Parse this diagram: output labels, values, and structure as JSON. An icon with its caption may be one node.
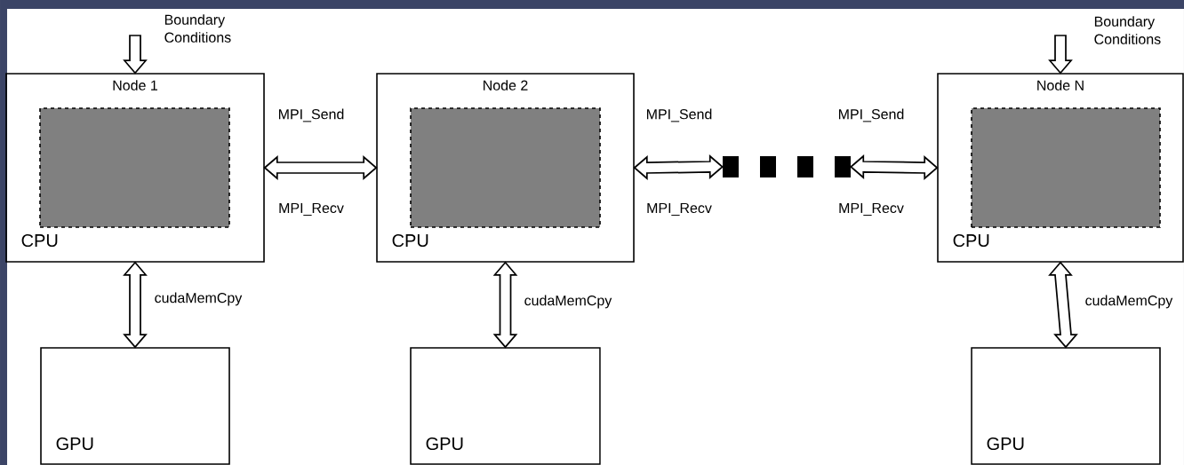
{
  "diagram": {
    "nodes": [
      {
        "text": [
          "Node 1",
          "CPU"
        ]
      },
      {
        "text": [],
        "shape": "box",
        "in": 0
      },
      {
        "text": [
          "Node 2",
          "CPU"
        ]
      },
      {
        "text": [],
        "shape": "box",
        "in": 2
      },
      {
        "text": [
          "Node N",
          "CPU"
        ]
      },
      {
        "text": [],
        "shape": "box",
        "in": 4
      },
      {
        "text": [
          "GPU"
        ]
      },
      {
        "text": [
          "GPU"
        ]
      },
      {
        "text": [
          "GPU"
        ]
      },
      {
        "text": [],
        "shape": "box"
      },
      {
        "text": [],
        "shape": "box"
      },
      {
        "text": [],
        "shape": "box"
      },
      {
        "text": [],
        "shape": "box"
      }
    ],
    "edges": [
      {
        "from": null,
        "to": 0,
        "arrow": "to",
        "label": "Boundary Conditions"
      },
      {
        "from": null,
        "to": 4,
        "arrow": "to",
        "label": "Boundary Conditions"
      },
      {
        "from": 0,
        "to": 2,
        "arrow": "both"
      },
      {
        "from": 2,
        "to": 9,
        "arrow": "both"
      },
      {
        "from": 12,
        "to": 4,
        "arrow": "both"
      },
      {
        "from": 0,
        "to": 6,
        "arrow": "both",
        "label": "cudaMemCpy"
      },
      {
        "from": 2,
        "to": 7,
        "arrow": "both",
        "label": "cudaMemCpy"
      },
      {
        "from": 4,
        "to": 8,
        "arrow": "both",
        "label": "cudaMemCpy"
      }
    ],
    "labels": [
      "MPI_Send",
      "MPI_Recv",
      "MPI_Send",
      "MPI_Recv",
      "MPI_Send",
      "MPI_Recv"
    ]
  }
}
